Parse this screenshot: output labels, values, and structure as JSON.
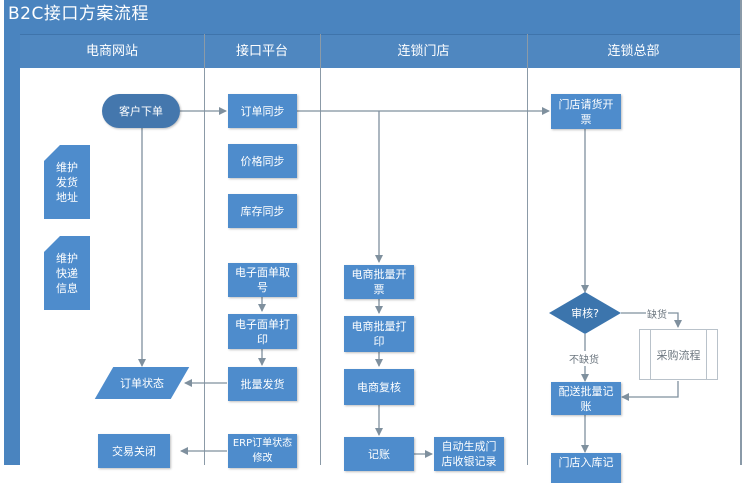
{
  "title": "B2C接口方案流程",
  "colors": {
    "frame": "#4a84bf",
    "node_fill": "#4e8ccc",
    "pill_fill": "#4477ad",
    "connector": "#7f909e",
    "subprocess_border": "#b9c2ca"
  },
  "lanes": [
    {
      "label": "电商网站"
    },
    {
      "label": "接口平台"
    },
    {
      "label": "连锁门店"
    },
    {
      "label": "连锁总部"
    }
  ],
  "nodes": {
    "customer_order": "客户下单",
    "maintain_ship_address": "维护\n发货\n地址",
    "maintain_express_info": "维护\n快递\n信息",
    "order_status": "订单状态",
    "trade_closed": "交易关闭",
    "order_sync": "订单同步",
    "price_sync": "价格同步",
    "stock_sync": "库存同步",
    "e_waybill_number": "电子面单取号",
    "e_waybill_print": "电子面单打印",
    "batch_ship": "批量发货",
    "erp_status_update": "ERP订单状态修改",
    "ec_batch_invoice": "电商批量开票",
    "ec_batch_print": "电商批量打印",
    "ec_recheck": "电商复核",
    "bookkeeping": "记账",
    "auto_store_cash_record": "自动生成门店收银记录",
    "store_request_invoice": "门店请货开票",
    "review": "审核?",
    "purchase_flow": "采购流程",
    "dispatch_batch_bookkeeping": "配送批量记账",
    "store_stock_in": "门店入库记"
  },
  "edge_labels": {
    "out_of_stock": "缺货",
    "in_stock": "不缺货"
  }
}
